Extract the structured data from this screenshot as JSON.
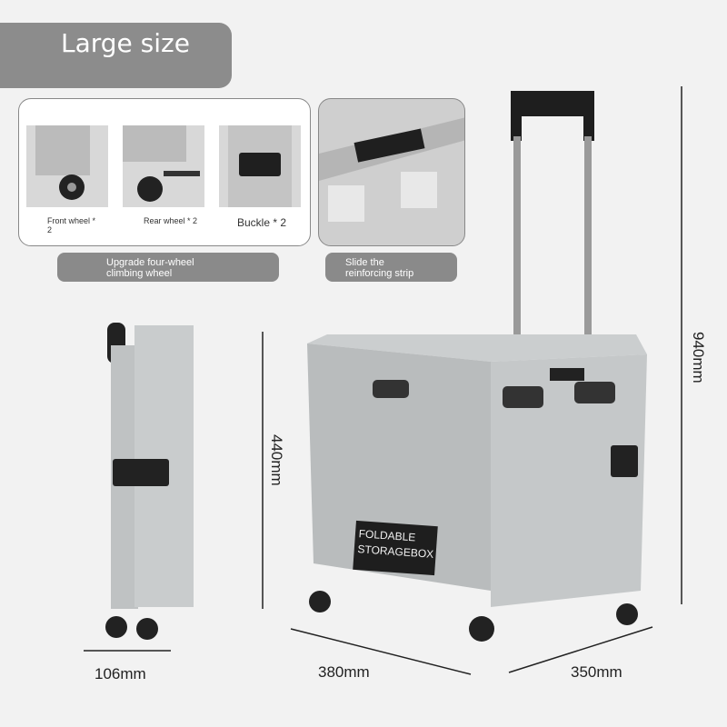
{
  "title": "Large size",
  "features": [
    {
      "caption": "Front wheel * 2"
    },
    {
      "caption": "Rear wheel * 2"
    },
    {
      "caption": "Buckle * 2"
    }
  ],
  "labels": {
    "wheel": "Upgrade four-wheel climbing wheel",
    "strip": "Slide the reinforcing strip"
  },
  "product": {
    "box_text": "FOLDABLE STORAGEBOX"
  },
  "dimensions": {
    "height_total": "940mm",
    "height_box": "440mm",
    "folded_width": "106mm",
    "length": "380mm",
    "width": "350mm"
  }
}
